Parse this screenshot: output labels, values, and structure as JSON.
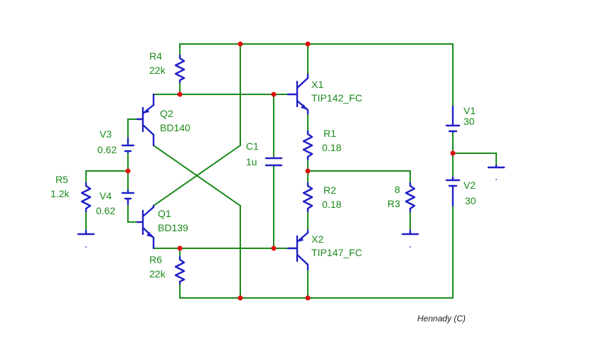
{
  "colors": {
    "wire": "#1a8a1a",
    "component": "#1f1fc8",
    "node": "#e01010",
    "label": "#1a8a1a",
    "background": "#ffffff"
  },
  "components": {
    "R4": {
      "ref": "R4",
      "value": "22k"
    },
    "R5": {
      "ref": "R5",
      "value": "1.2k"
    },
    "R6": {
      "ref": "R6",
      "value": "22k"
    },
    "R1": {
      "ref": "R1",
      "value": "0.18"
    },
    "R2": {
      "ref": "R2",
      "value": "0.18"
    },
    "R3": {
      "ref": "R3",
      "value": "8"
    },
    "C1": {
      "ref": "C1",
      "value": "1u"
    },
    "V1": {
      "ref": "V1",
      "value": "30"
    },
    "V2": {
      "ref": "V2",
      "value": "30"
    },
    "V3": {
      "ref": "V3",
      "value": "0.62"
    },
    "V4": {
      "ref": "V4",
      "value": "0.62"
    },
    "Q1": {
      "ref": "Q1",
      "value": "BD139"
    },
    "Q2": {
      "ref": "Q2",
      "value": "BD140"
    },
    "X1": {
      "ref": "X1",
      "value": "TIP142_FC"
    },
    "X2": {
      "ref": "X2",
      "value": "TIP147_FC"
    }
  },
  "credit": "Hennady (C)"
}
